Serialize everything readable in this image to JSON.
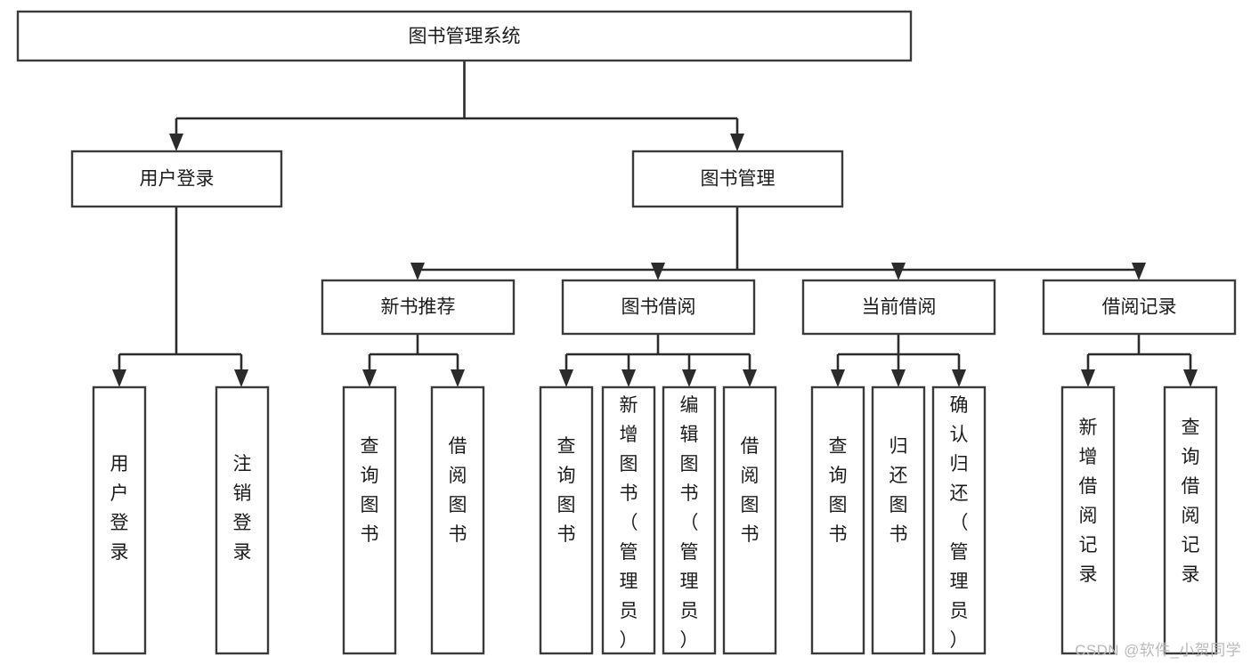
{
  "diagram": {
    "type": "tree-hierarchy",
    "title": "图书管理系统",
    "watermark": "CSDN @软件_小贺同学",
    "colors": {
      "box_stroke": "#3a3a3a",
      "connector": "#2b2b2b",
      "box_fill": "#ffffff",
      "text": "#1b1b1b",
      "watermark": "#b9b9b9"
    },
    "levels": {
      "root": {
        "label": "图书管理系统"
      },
      "level2": [
        {
          "label": "用户登录"
        },
        {
          "label": "图书管理"
        }
      ],
      "level3": [
        {
          "label": "新书推荐"
        },
        {
          "label": "图书借阅"
        },
        {
          "label": "当前借阅"
        },
        {
          "label": "借阅记录"
        }
      ],
      "leaves": {
        "user_login": [
          {
            "label": "用户登录"
          },
          {
            "label": "注销登录"
          }
        ],
        "new_book_recommend": [
          {
            "label": "查询图书"
          },
          {
            "label": "借阅图书"
          }
        ],
        "book_borrow": [
          {
            "label": "查询图书"
          },
          {
            "label": "新增图书（管理员）"
          },
          {
            "label": "编辑图书（管理员）"
          },
          {
            "label": "借阅图书"
          }
        ],
        "current_borrow": [
          {
            "label": "查询图书"
          },
          {
            "label": "归还图书"
          },
          {
            "label": "确认归还（管理员）"
          }
        ],
        "borrow_record": [
          {
            "label": "新增借阅记录"
          },
          {
            "label": "查询借阅记录"
          }
        ]
      }
    }
  }
}
